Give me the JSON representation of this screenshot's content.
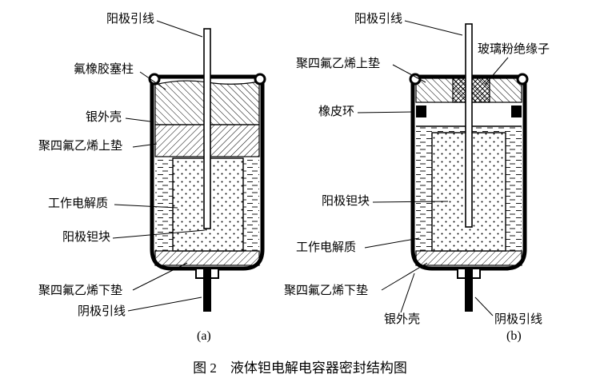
{
  "figure": {
    "caption": "图 2    液体钽电解电容器密封结构图",
    "diagram_a": {
      "tag": "(a)",
      "labels": {
        "anode_lead": "阳极引线",
        "fluororubber_plug": "氟橡胶塞柱",
        "silver_shell": "银外壳",
        "ptfe_upper_gasket": "聚四氟乙烯上垫",
        "working_electrolyte": "工作电解质",
        "anode_tantalum_block": "阳极钽块",
        "ptfe_lower_gasket": "聚四氟乙烯下垫",
        "cathode_lead": "阴极引线"
      }
    },
    "diagram_b": {
      "tag": "(b)",
      "labels": {
        "anode_lead": "阳极引线",
        "glass_powder_insulator": "玻璃粉绝缘子",
        "ptfe_upper_gasket": "聚四氟乙烯上垫",
        "rubber_ring": "橡皮环",
        "anode_tantalum_block": "阳极钽块",
        "working_electrolyte": "工作电解质",
        "ptfe_lower_gasket": "聚四氟乙烯下垫",
        "silver_shell": "银外壳",
        "cathode_lead": "阴极引线"
      }
    },
    "colors": {
      "ink": "#000000",
      "background": "#ffffff"
    }
  }
}
